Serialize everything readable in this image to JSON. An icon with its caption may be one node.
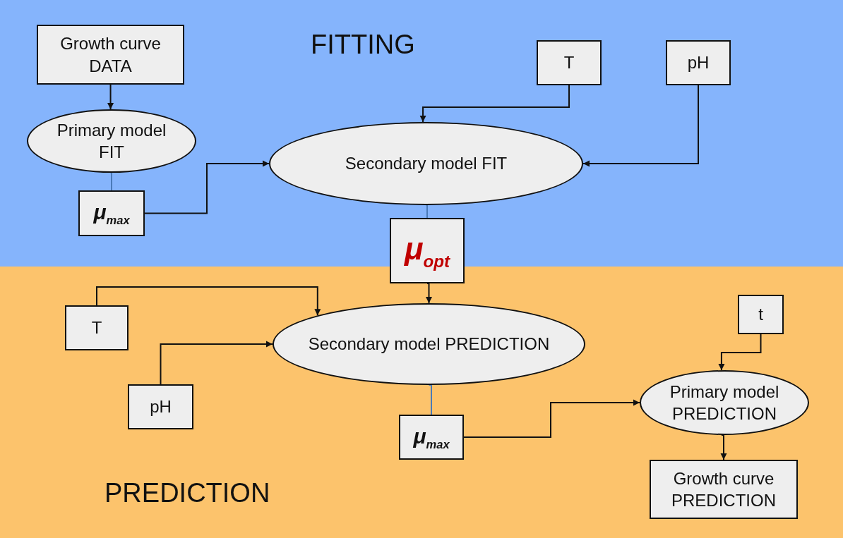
{
  "diagram": {
    "nodes": [
      {
        "text": [
          "FITTING"
        ]
      },
      {
        "text": [
          "Growth curve DATA"
        ],
        "in": 0
      },
      {
        "text": [
          "Primary model FIT"
        ],
        "in": 0
      },
      {
        "text": [
          "μ$_{max}$"
        ],
        "in": 0
      },
      {
        "text": [
          "T"
        ],
        "in": 0
      },
      {
        "text": [
          "pH"
        ],
        "in": 0
      },
      {
        "text": [
          "Secondary model FIT"
        ],
        "in": 0
      },
      {
        "text": [
          "μ$_{opt}$"
        ]
      },
      {
        "text": [
          "PREDICTION"
        ]
      },
      {
        "text": [
          "T"
        ],
        "in": 8
      },
      {
        "text": [
          "pH"
        ],
        "in": 8
      },
      {
        "text": [
          "Secondary model PREDICTION"
        ],
        "in": 8
      },
      {
        "text": [
          "μ$_{max}$"
        ],
        "in": 8
      },
      {
        "text": [
          "t"
        ],
        "in": 8
      },
      {
        "text": [
          "Primary model PREDICTION"
        ],
        "in": 8
      },
      {
        "text": [
          "Growth curve PREDICTION"
        ],
        "in": 8
      }
    ],
    "edges": [
      {
        "from": 1,
        "to": 2,
        "arrow": "to"
      },
      {
        "from": 2,
        "to": 3,
        "arrow": "none",
        "color": "#4a7ab8"
      },
      {
        "from": 3,
        "to": 6,
        "arrow": "to"
      },
      {
        "from": 4,
        "to": 6,
        "arrow": "to"
      },
      {
        "from": 5,
        "to": 6,
        "arrow": "to"
      },
      {
        "from": 6,
        "to": 7,
        "arrow": "none",
        "color": "#4a7ab8"
      },
      {
        "from": 7,
        "to": 11,
        "arrow": "to"
      },
      {
        "from": 9,
        "to": 11,
        "arrow": "to"
      },
      {
        "from": 10,
        "to": 11,
        "arrow": "to"
      },
      {
        "from": 11,
        "to": 12,
        "arrow": "none",
        "color": "#4a7ab8"
      },
      {
        "from": 12,
        "to": 14,
        "arrow": "to"
      },
      {
        "from": 13,
        "to": 14,
        "arrow": "to"
      },
      {
        "from": 14,
        "to": 15,
        "arrow": "to"
      }
    ]
  }
}
